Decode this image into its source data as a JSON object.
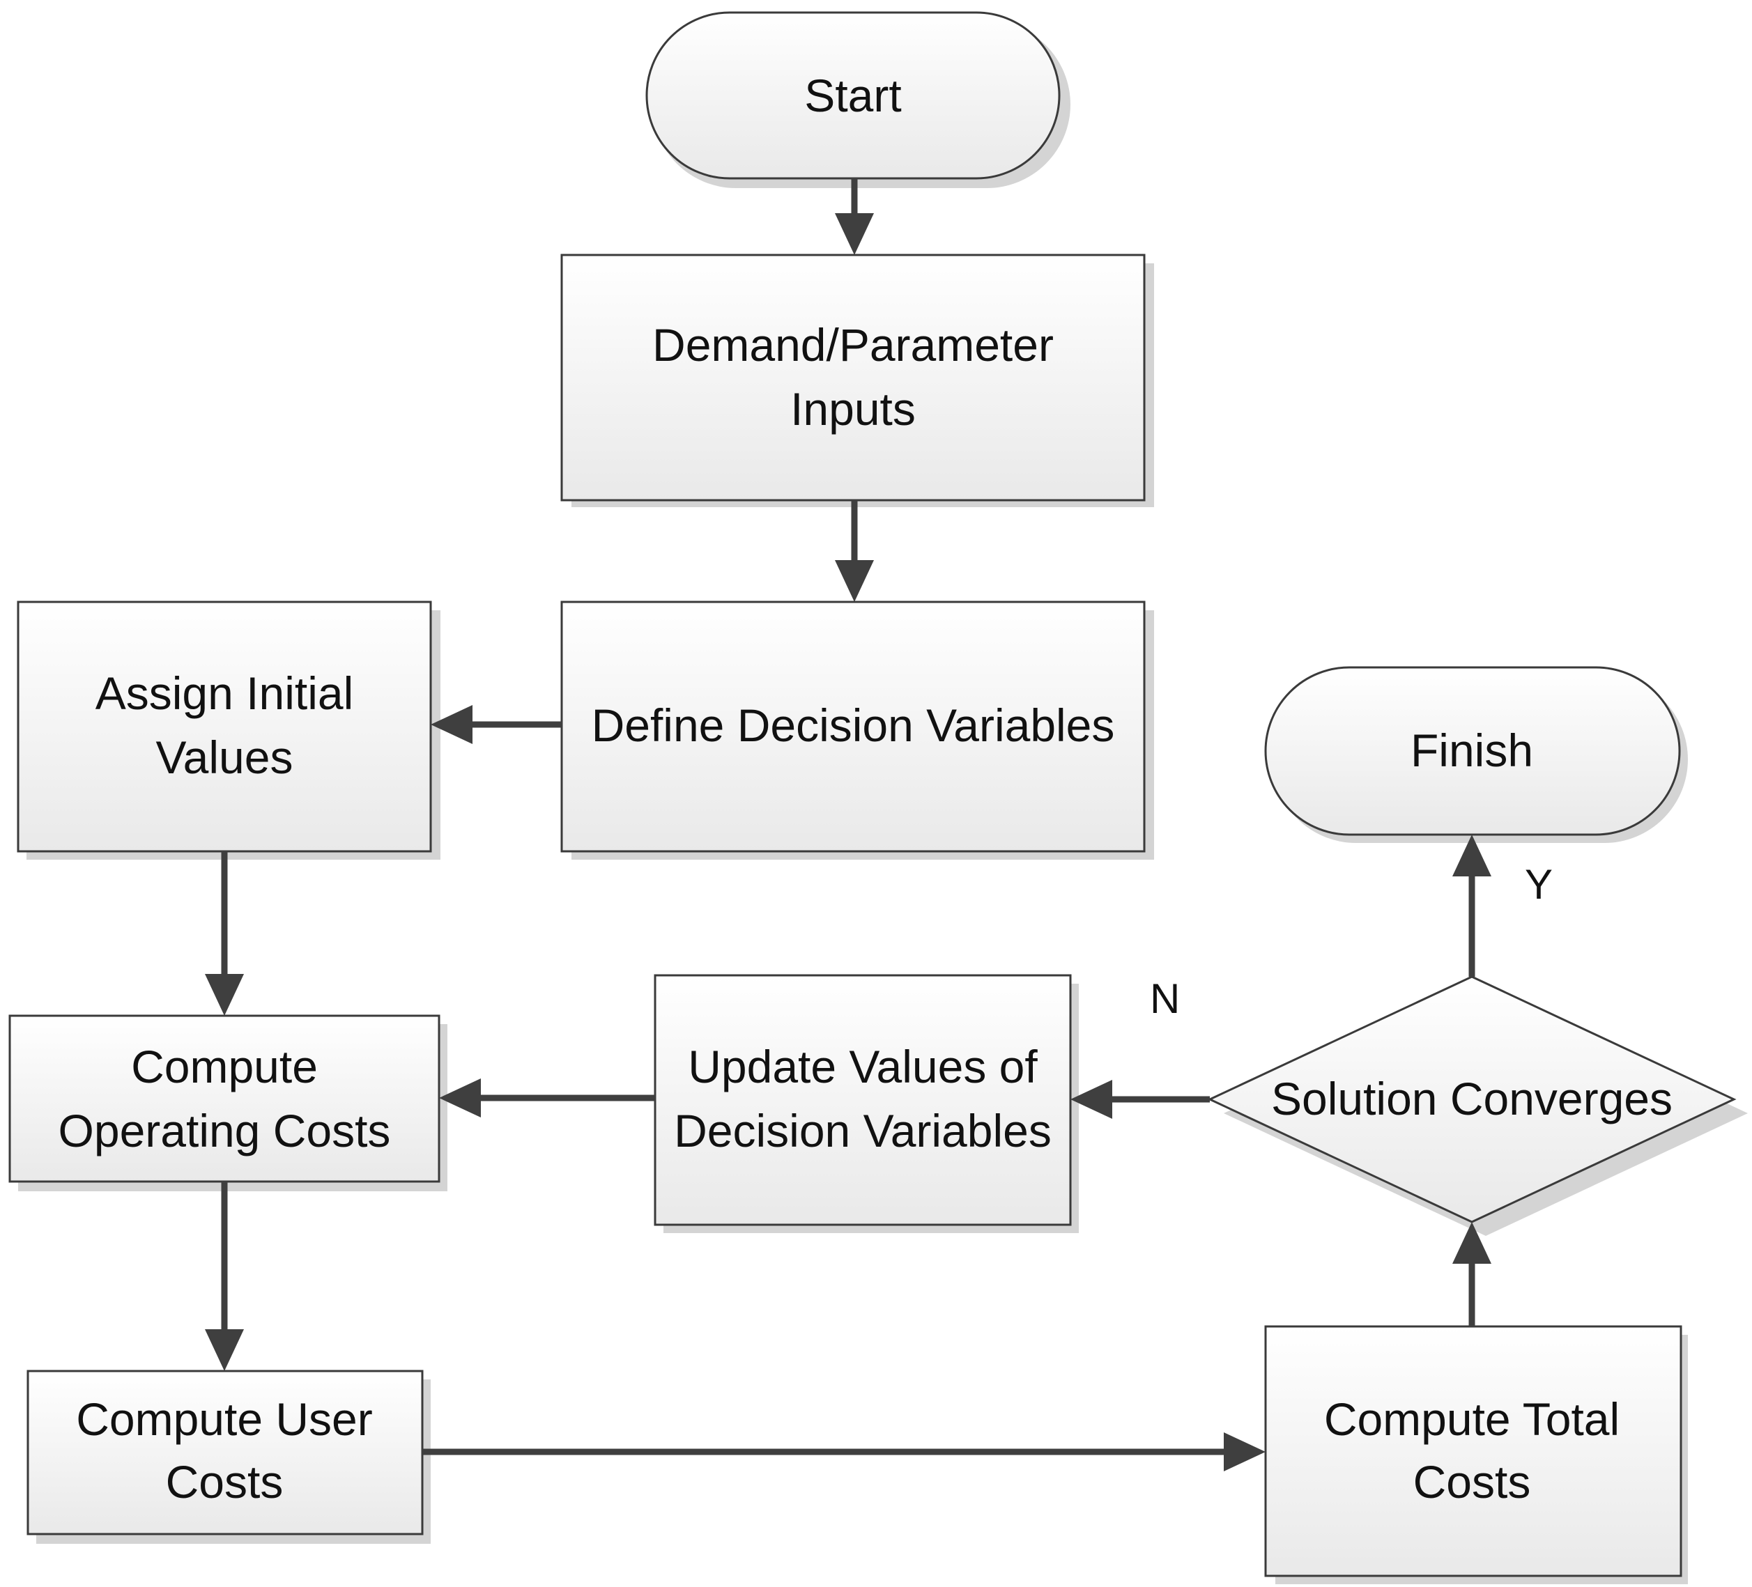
{
  "nodes": {
    "start": {
      "lines": [
        "Start"
      ]
    },
    "inputs": {
      "lines": [
        "Demand/Parameter",
        "Inputs"
      ]
    },
    "define": {
      "lines": [
        "Define Decision Variables"
      ]
    },
    "assign": {
      "lines": [
        "Assign Initial",
        "Values"
      ]
    },
    "operating": {
      "lines": [
        "Compute",
        "Operating Costs"
      ]
    },
    "update": {
      "lines": [
        "Update Values of",
        "Decision Variables"
      ]
    },
    "converges": {
      "lines": [
        "Solution Converges"
      ]
    },
    "finish": {
      "lines": [
        "Finish"
      ]
    },
    "user": {
      "lines": [
        "Compute User",
        "Costs"
      ]
    },
    "total": {
      "lines": [
        "Compute Total",
        "Costs"
      ]
    }
  },
  "branches": {
    "yes": "Y",
    "no": "N"
  },
  "edges": [
    {
      "from": "start",
      "to": "inputs"
    },
    {
      "from": "inputs",
      "to": "define"
    },
    {
      "from": "define",
      "to": "assign"
    },
    {
      "from": "assign",
      "to": "operating"
    },
    {
      "from": "operating",
      "to": "user"
    },
    {
      "from": "user",
      "to": "total"
    },
    {
      "from": "total",
      "to": "converges"
    },
    {
      "from": "converges",
      "to": "finish",
      "label": "Y"
    },
    {
      "from": "converges",
      "to": "update",
      "label": "N"
    },
    {
      "from": "update",
      "to": "operating"
    }
  ]
}
